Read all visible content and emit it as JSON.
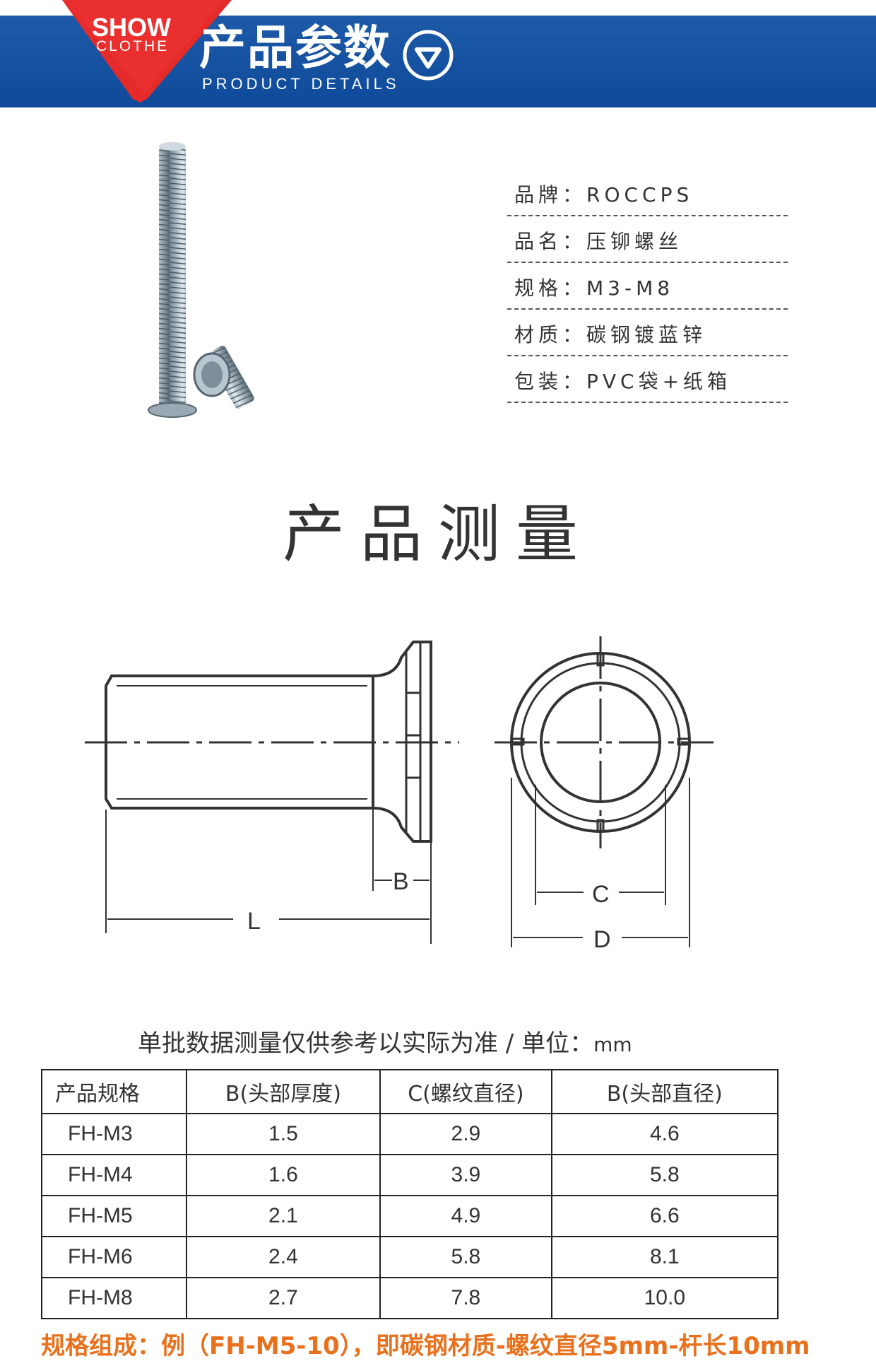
{
  "header": {
    "badge_line1": "SHOW",
    "badge_line2": "CLOTHE",
    "title": "产品参数",
    "subtitle": "PRODUCT DETAILS",
    "icon": "chevron-down-circle-icon",
    "colors": {
      "banner": "#0e4a99",
      "badge": "#e52a2a"
    }
  },
  "specs": [
    {
      "text": "品牌：ROCCPS"
    },
    {
      "text": "品名：压铆螺丝"
    },
    {
      "text": "规格：M3-M8"
    },
    {
      "text": "材质：碳钢镀蓝锌"
    },
    {
      "text": "包装：PVC袋+纸箱"
    }
  ],
  "section_title": "产品测量",
  "diagram_labels": {
    "b": "B",
    "l": "L",
    "c": "C",
    "d": "D"
  },
  "caption": {
    "text": "单批数据测量仅供参考以实际为准 / 单位：",
    "unit": "mm"
  },
  "table": {
    "headers": [
      "产品规格",
      "B(头部厚度)",
      "C(螺纹直径)",
      "B(头部直径)"
    ],
    "rows": [
      [
        "FH-M3",
        "1.5",
        "2.9",
        "4.6"
      ],
      [
        "FH-M4",
        "1.6",
        "3.9",
        "5.8"
      ],
      [
        "FH-M5",
        "2.1",
        "4.9",
        "6.6"
      ],
      [
        "FH-M6",
        "2.4",
        "5.8",
        "8.1"
      ],
      [
        "FH-M8",
        "2.7",
        "7.8",
        "10.0"
      ]
    ]
  },
  "footnote": "规格组成：例（FH-M5-10），即碳钢材质-螺纹直径5mm-杆长10mm",
  "footnote_color": "#e8711e"
}
